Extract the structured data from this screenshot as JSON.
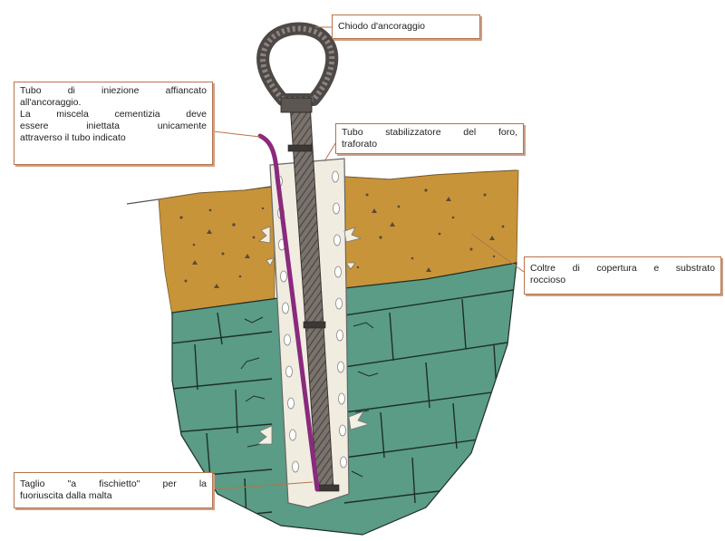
{
  "figure": {
    "subject": "Grouted rock anchor installed through soil cover into rock substrate (Italian technical diagram)",
    "colors": {
      "soil": "#c8943a",
      "rock": "#5a9c86",
      "rock_lines": "#1e2e29",
      "stabilizer_tube": "#f0ece0",
      "anchor_bar": "#6b635f",
      "injection_tube": "#8a2a7c",
      "callout_border": "#b8734a"
    },
    "icons": {
      "anchor_eye": "steel-loop",
      "injection_tube": "purple-tube",
      "stabilizer": "perforated-tube"
    }
  },
  "callouts": {
    "anchor": {
      "lines": [
        "Chiodo d'ancoraggio"
      ]
    },
    "injection": {
      "lines": [
        "Tubo di iniezione affiancato",
        "all'ancoraggio.",
        "La miscela cementizia deve",
        "essere iniettata unicamente",
        "attraverso il tubo indicato"
      ]
    },
    "stabilizer": {
      "lines": [
        "Tubo stabilizzatore del foro,",
        "traforato"
      ]
    },
    "cover": {
      "lines": [
        "Coltre di copertura e substrato",
        "roccioso"
      ]
    },
    "cut": {
      "lines": [
        "Taglio \"a fischietto\" per la",
        "fuoriuscita dalla malta"
      ]
    }
  }
}
